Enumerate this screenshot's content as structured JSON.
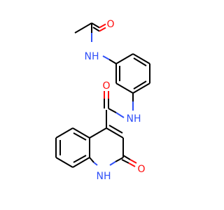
{
  "molecule": {
    "atom_labels": [
      {
        "id": "O-acetyl",
        "text": "O",
        "color": "#ff0d0d"
      },
      {
        "id": "NH-acetamide",
        "text": "NH",
        "color": "#3050f8"
      },
      {
        "id": "O-carboxamide",
        "text": "O",
        "color": "#ff0d0d"
      },
      {
        "id": "NH-carboxamide",
        "text": "NH",
        "color": "#3050f8"
      },
      {
        "id": "NH-ring",
        "text": "NH",
        "color": "#3050f8"
      },
      {
        "id": "O-ring",
        "text": "O",
        "color": "#ff0d0d"
      }
    ],
    "colors": {
      "carbon": "#000000",
      "nitrogen": "#3050f8",
      "oxygen": "#ff0d0d",
      "background": "#ffffff"
    }
  }
}
